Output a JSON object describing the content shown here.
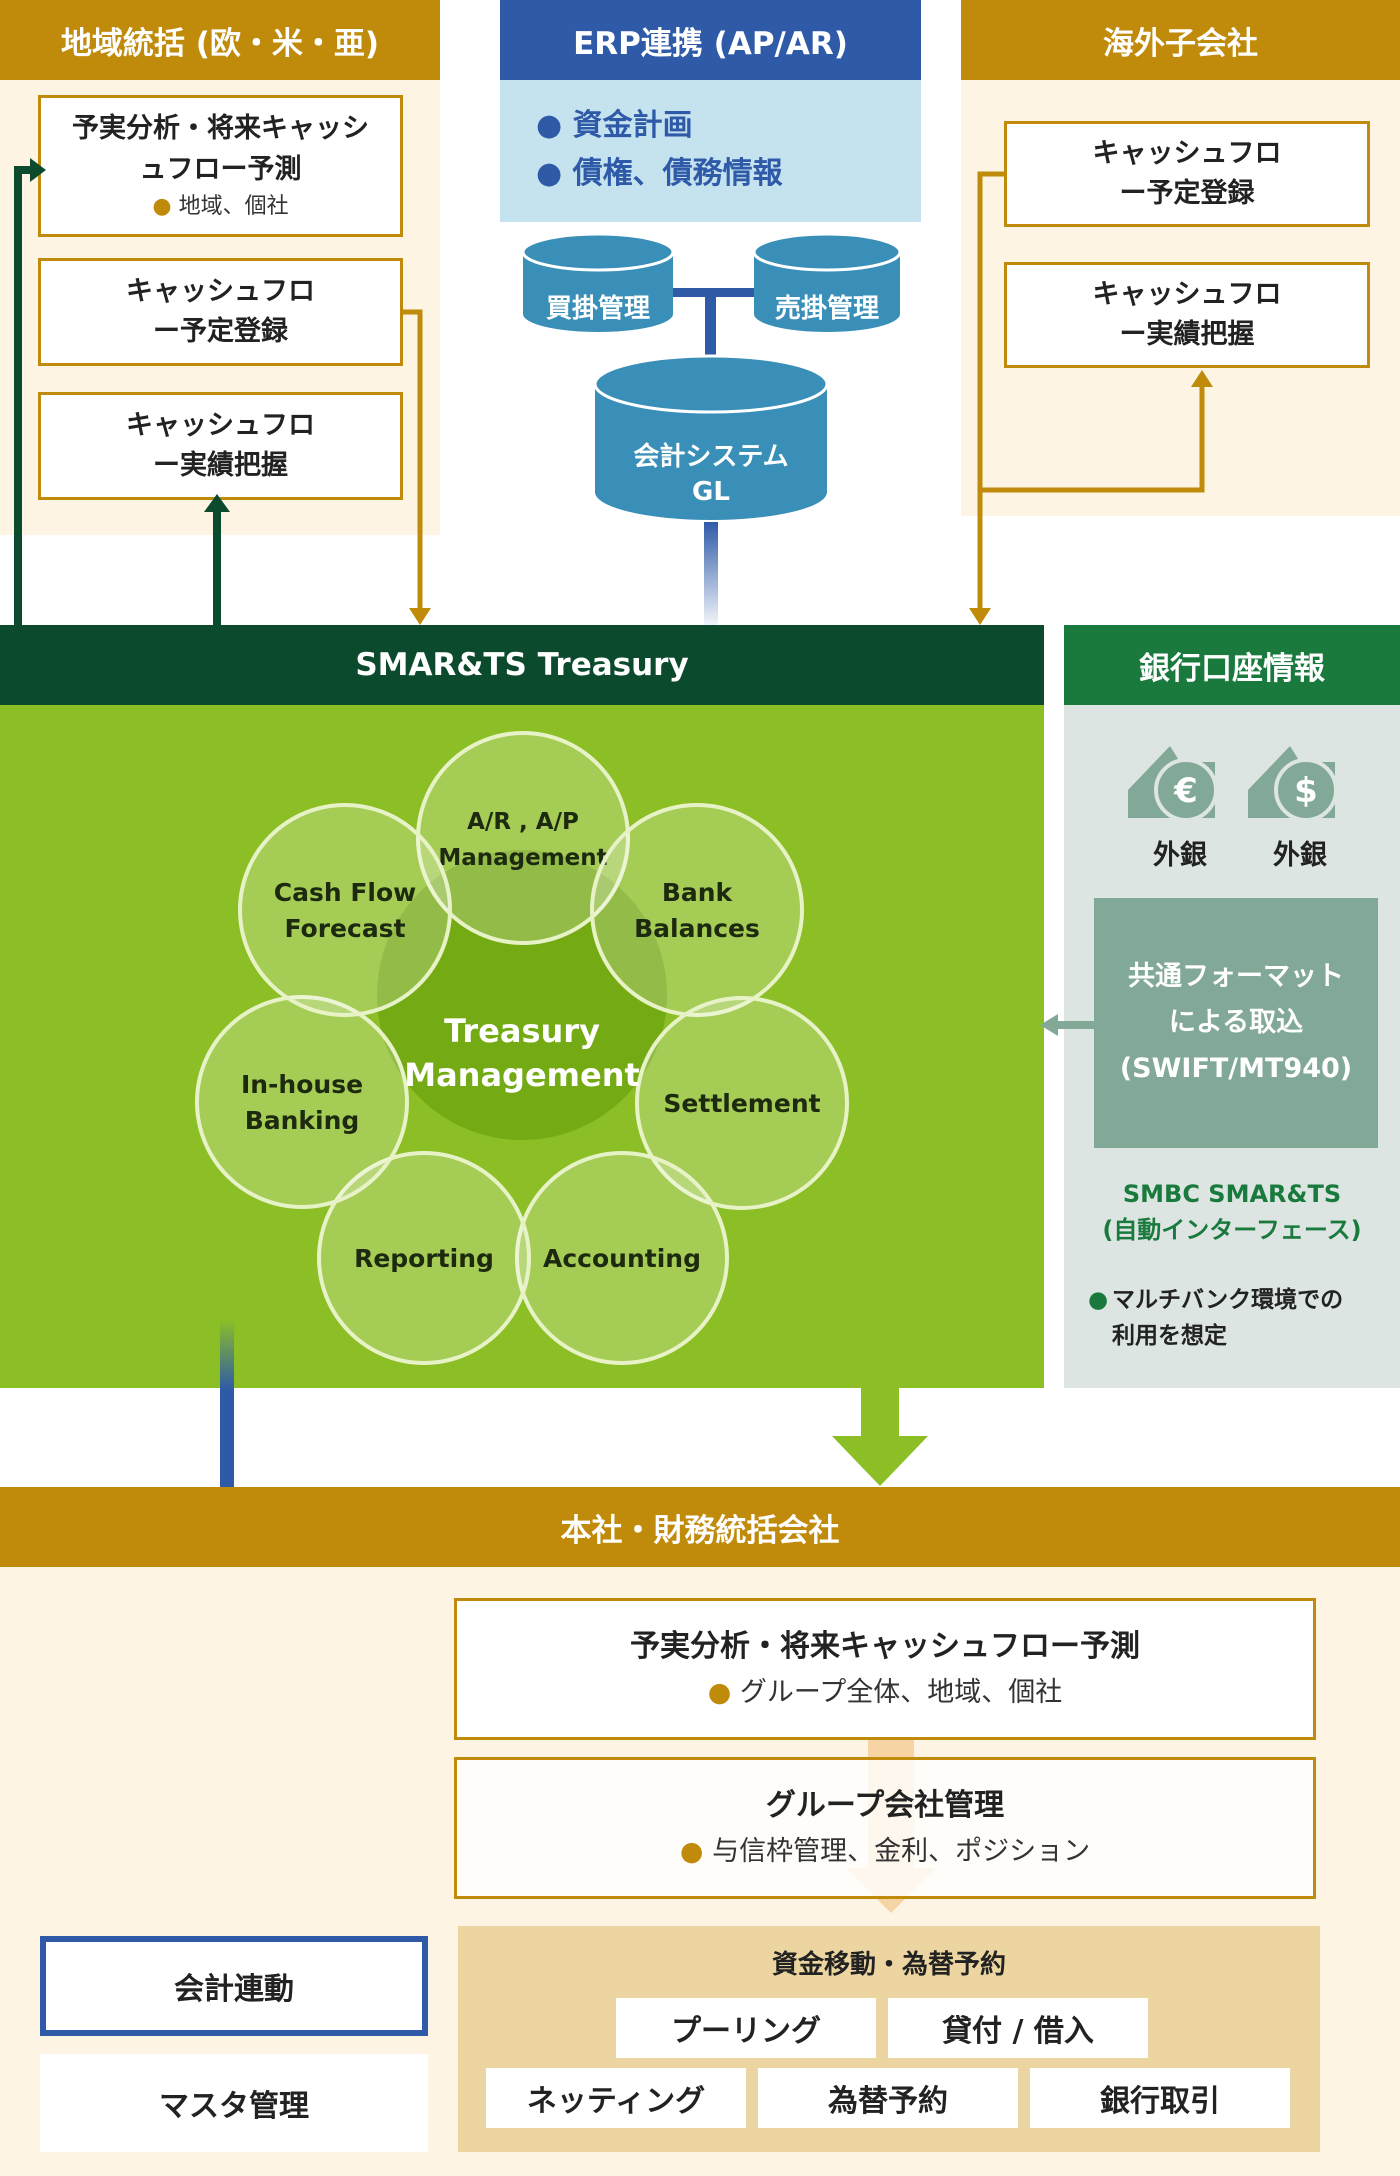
{
  "regional": {
    "header": "地域統括 (欧・米・亜)",
    "box1": {
      "title": "予実分析・将来キャッシュフロー予測",
      "bullet": "地域、個社"
    },
    "box2": {
      "title": "キャッシュフロー予定登録"
    },
    "box3": {
      "title": "キャッシュフロー実績把握"
    }
  },
  "erp": {
    "header": "ERP連携 (AP/AR)",
    "items": [
      "資金計画",
      "債権、債務情報"
    ],
    "db_ap": "買掛管理",
    "db_ar": "売掛管理",
    "db_gl_line1": "会計システム",
    "db_gl_line2": "GL"
  },
  "overseas": {
    "header": "海外子会社",
    "box1": {
      "title": "キャッシュフロー予定登録"
    },
    "box2": {
      "title": "キャッシュフロー実績把握"
    }
  },
  "treasury": {
    "header": "SMAR&TS Treasury",
    "center_line1": "Treasury",
    "center_line2": "Management",
    "circles": [
      "A/R , A/P Management",
      "Bank Balances",
      "Settlement",
      "Accounting",
      "Reporting",
      "In-house Banking",
      "Cash Flow Forecast"
    ]
  },
  "bank": {
    "header": "銀行口座情報",
    "icon1_label": "外銀",
    "icon2_label": "外銀",
    "format_line1": "共通フォーマット",
    "format_line2": "による取込",
    "format_line3": "(SWIFT/MT940)",
    "smbc_line1": "SMBC SMAR&TS",
    "smbc_line2": "(自動インターフェース)",
    "note": "マルチバンク環境での利用を想定"
  },
  "hq": {
    "header": "本社・財務統括会社",
    "box1": {
      "title": "予実分析・将来キャッシュフロー予測",
      "bullet": "グループ全体、地域、個社"
    },
    "box2": {
      "title": "グループ会社管理",
      "bullet": "与信枠管理、金利、ポジション"
    },
    "funds": {
      "title": "資金移動・為替予約",
      "items": [
        "プーリング",
        "貸付 / 借入",
        "ネッティング",
        "為替予約",
        "銀行取引"
      ]
    },
    "accounting_link": "会計連動",
    "master": "マスタ管理"
  },
  "colors": {
    "gold": "#c08a0a",
    "cream": "#fdf4e3",
    "erp_blue": "#2e5aa8",
    "erp_light": "#c5e2ef",
    "db_blue": "#3a8fb9",
    "dark_green": "#0b4a2c",
    "lime": "#8cbe26",
    "bank_green": "#1a7a3e",
    "bank_bg": "#dde5e2",
    "format_gray": "#82a898"
  }
}
